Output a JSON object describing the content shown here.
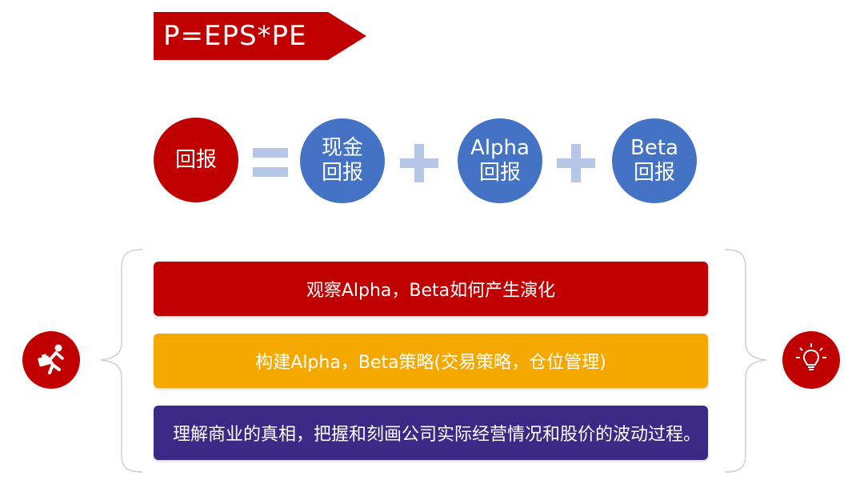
{
  "banner": {
    "text": "P=EPS*PE"
  },
  "equation": {
    "lhs": "回报",
    "equals": "=",
    "terms": [
      {
        "line1": "现金",
        "line2": "回报"
      },
      {
        "line1": "Alpha",
        "line2": "回报"
      },
      {
        "line1": "Beta",
        "line2": "回报"
      }
    ],
    "plus": "+"
  },
  "bars": [
    {
      "text": "观察Alpha，Beta如何产生演化",
      "color": "#c00000"
    },
    {
      "text": "构建Alpha，Beta策略(交易策略，仓位管理)",
      "color": "#f5a800"
    },
    {
      "text": "理解商业的真相，把握和刻画公司实际经营情况和股价的波动过程。",
      "color": "#3a2a85"
    }
  ],
  "icons": {
    "left": "running-person-icon",
    "right": "lightbulb-icon"
  },
  "colors": {
    "red": "#c00000",
    "blue": "#4472c4",
    "operator": "#b4c7e7",
    "brace": "#d0d0d0"
  }
}
